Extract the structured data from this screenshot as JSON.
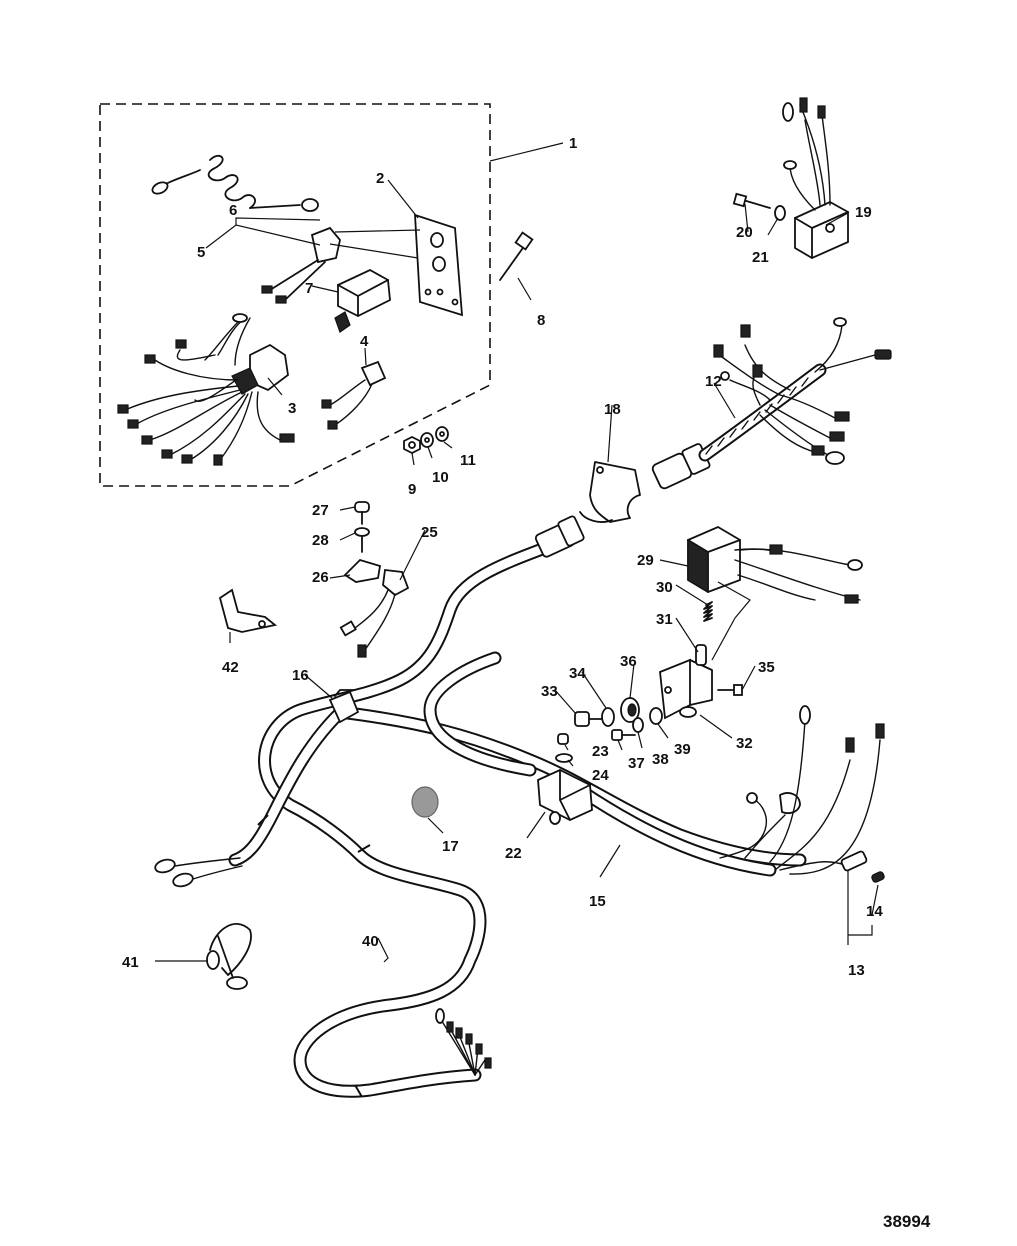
{
  "figure_number": "38994",
  "callouts": [
    "1",
    "2",
    "3",
    "4",
    "5",
    "6",
    "7",
    "8",
    "9",
    "10",
    "11",
    "12",
    "13",
    "14",
    "15",
    "16",
    "17",
    "18",
    "19",
    "20",
    "21",
    "22",
    "23",
    "24",
    "25",
    "26",
    "27",
    "28",
    "29",
    "30",
    "31",
    "32",
    "33",
    "34",
    "35",
    "36",
    "37",
    "38",
    "39",
    "40",
    "41",
    "42"
  ]
}
